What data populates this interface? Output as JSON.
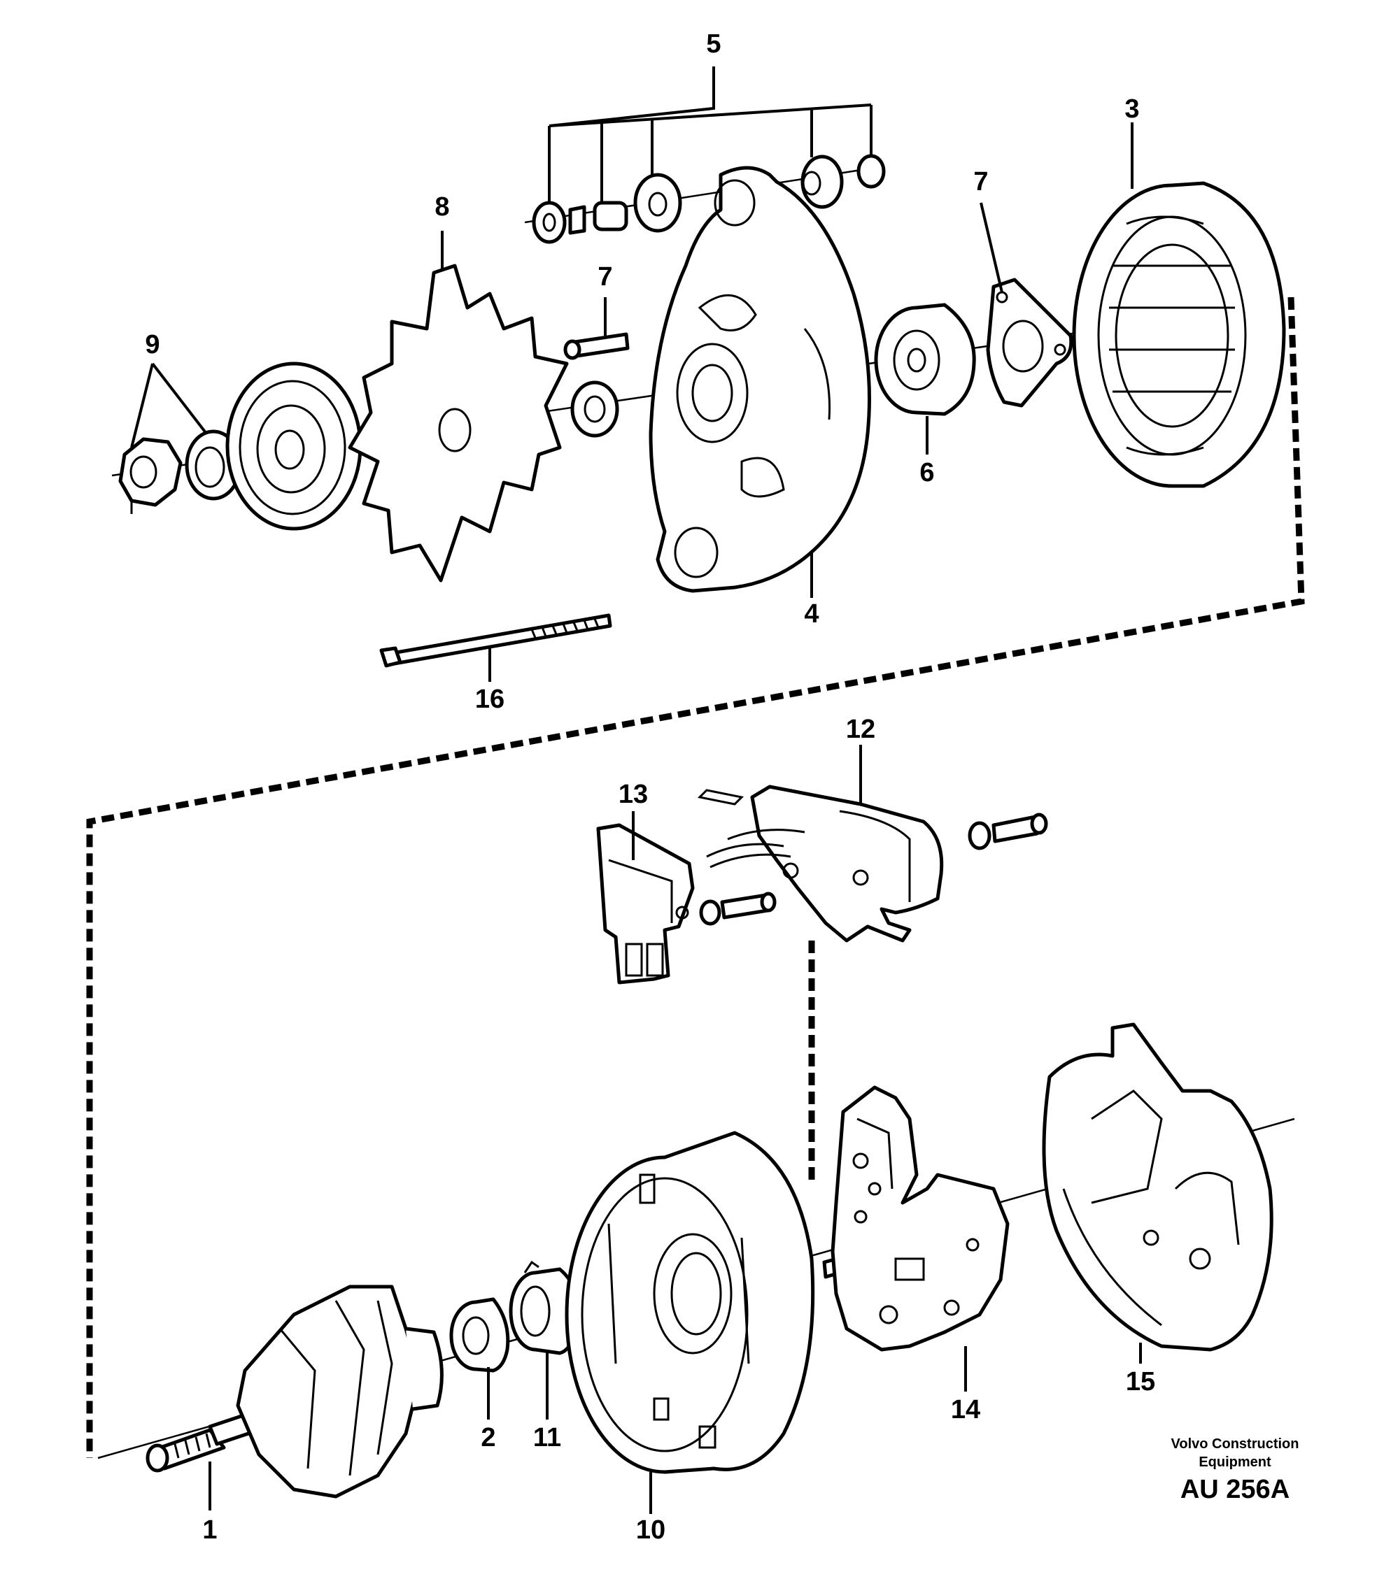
{
  "labels": {
    "p1": "1",
    "p2": "2",
    "p3": "3",
    "p4": "4",
    "p5": "5",
    "p6": "6",
    "p7a": "7",
    "p7b": "7",
    "p8": "8",
    "p9": "9",
    "p10": "10",
    "p11": "11",
    "p12": "12",
    "p13": "13",
    "p14": "14",
    "p15": "15",
    "p16": "16"
  },
  "footer": {
    "brand_line1": "Volvo Construction",
    "brand_line2": "Equipment",
    "drawing_code": "AU 256A"
  }
}
